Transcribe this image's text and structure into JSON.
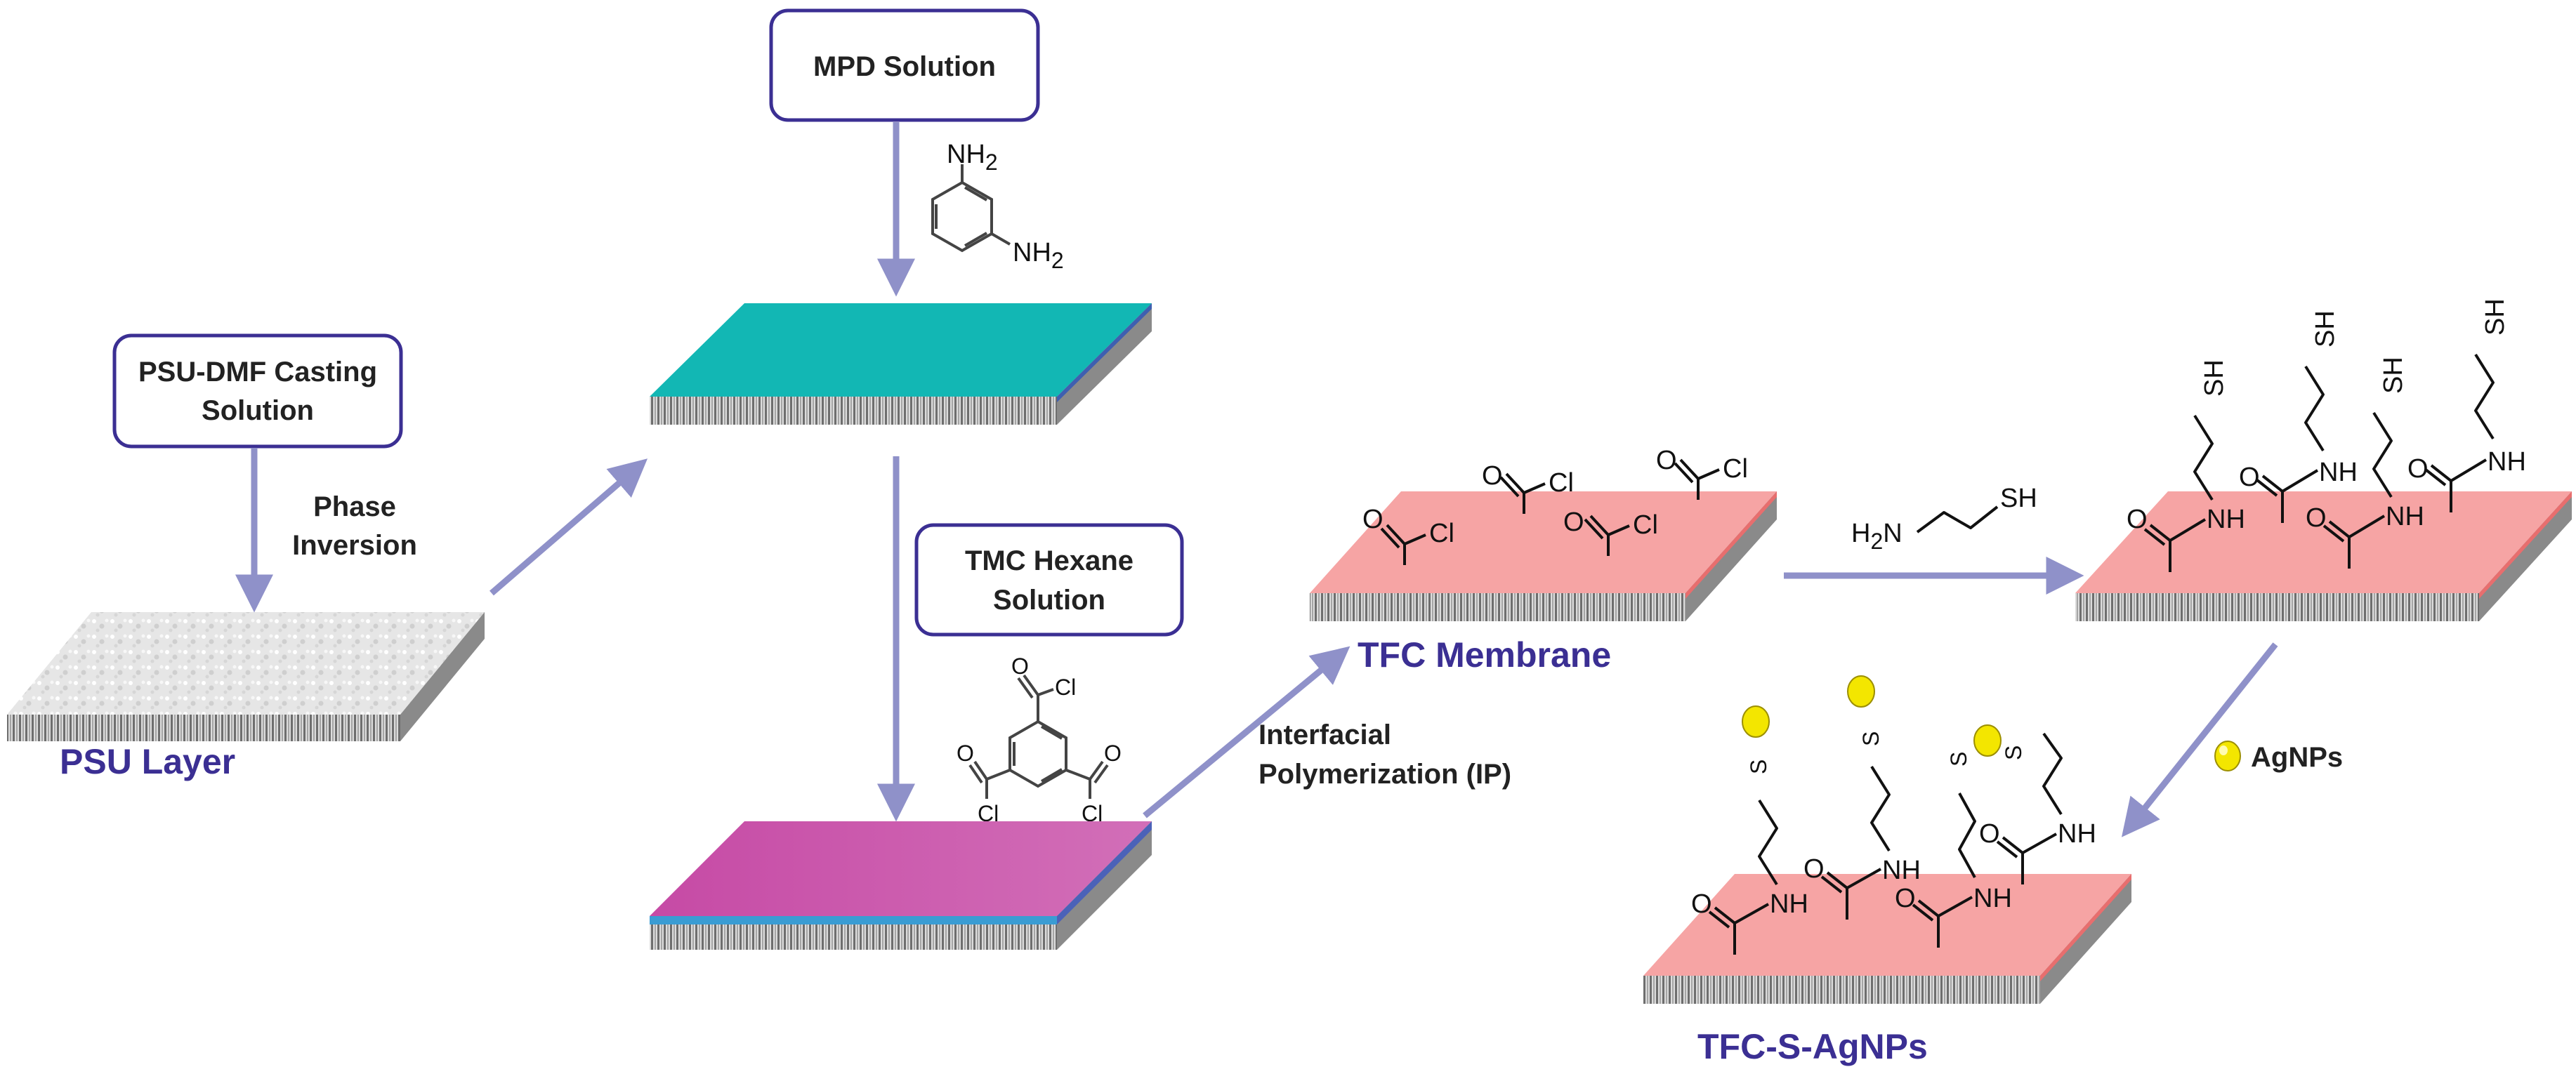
{
  "boxes": {
    "psu_dmf_line1": "PSU-DMF Casting",
    "psu_dmf_line2": "Solution",
    "mpd": "MPD Solution",
    "tmc_line1": "TMC Hexane",
    "tmc_line2": "Solution"
  },
  "steps": {
    "phase_line1": "Phase",
    "phase_line2": "Inversion",
    "ip_line1": "Interfacial",
    "ip_line2": "Polymerization (IP)"
  },
  "labels": {
    "psu_layer": "PSU Layer",
    "tfc_membrane": "TFC Membrane",
    "tfc_s_agnps": "TFC-S-AgNPs",
    "agnps_legend": "AgNPs"
  },
  "chem": {
    "nh2": "NH",
    "sub2": "2",
    "cl": "Cl",
    "o": "O",
    "nh": "NH",
    "sh": "SH",
    "s": "S",
    "h2n_h": "H",
    "h2n_n": "N"
  },
  "colors": {
    "arrow": "#8f91c9",
    "box_border": "#3b2f93",
    "label": "#3b2f93",
    "psu_top": "#e4e4e4",
    "mpd_top": "#12b7b4",
    "tmc_top": "#c74fa7",
    "tfc_top": "#f5a3a3",
    "agnp": "#f3e600"
  }
}
